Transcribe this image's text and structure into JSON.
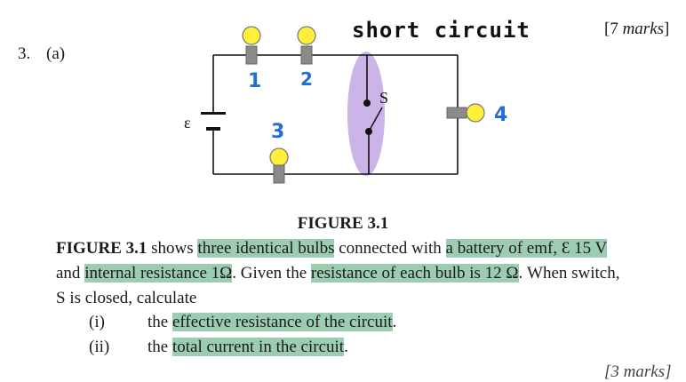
{
  "question": {
    "number": "3.",
    "part": "(a)",
    "marks_top": "[7 ",
    "marks_top_word": "marks",
    "marks_top_end": "]"
  },
  "annotation": {
    "title": "short circuit",
    "bulb_labels": [
      "1",
      "2",
      "3",
      "4"
    ],
    "annotation_color": "#1f6fd6",
    "highlight_color": "#9ccdb0",
    "ellipse_color": "#b89be0"
  },
  "circuit": {
    "emf_symbol": "ε",
    "switch_label": "S"
  },
  "figure_caption": "FIGURE 3.1",
  "paragraph": {
    "s1": "FIGURE 3.1",
    "s2": " shows ",
    "s3": "three identical bulbs",
    "s4": " connected with ",
    "s5": "a",
    "s6": " battery of emf, Ɛ 15 V",
    "s7": "and ",
    "s8": "internal resistance 1Ω",
    "s9": ". Given the ",
    "s10": "resistance of each bulb is 12 Ω",
    "s11": ". When switch,",
    "s12": "S is closed, calculate"
  },
  "items": [
    {
      "num": "(i)",
      "pre": "the ",
      "hl": "effective resistance of the circuit",
      "post": "."
    },
    {
      "num": "(ii)",
      "pre": "the ",
      "hl": "total current in the circuit",
      "post": "."
    }
  ],
  "bottom_marks": "[3 marks]"
}
